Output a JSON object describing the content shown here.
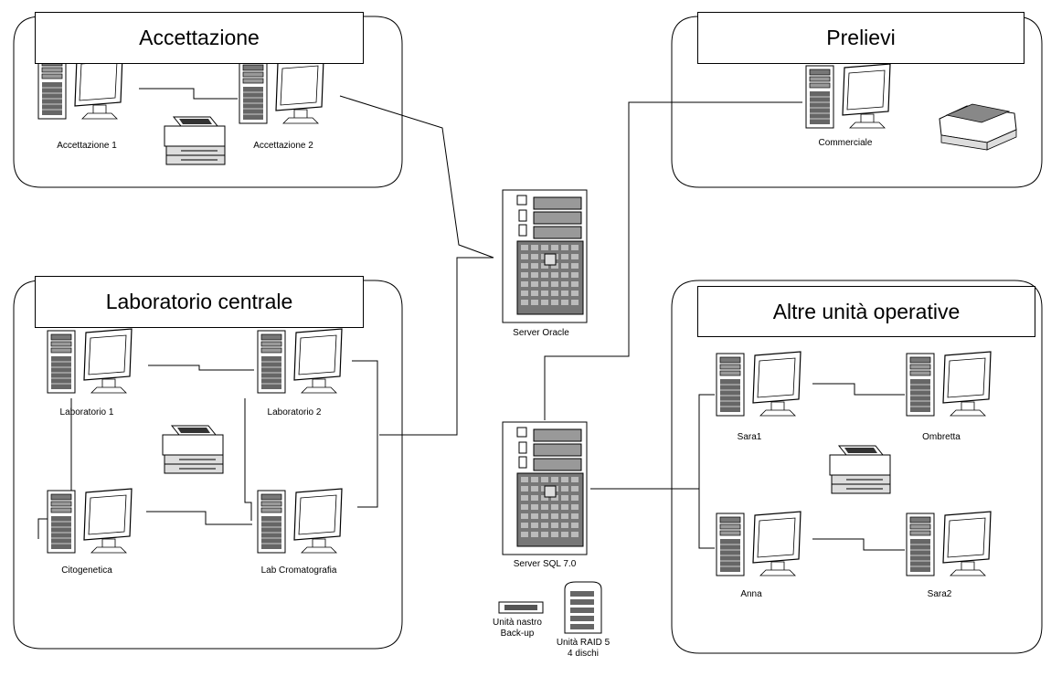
{
  "zones": {
    "accettazione": "Accettazione",
    "prelievi": "Prelievi",
    "laboratorio": "Laboratorio centrale",
    "altre": "Altre unità operative"
  },
  "nodes": {
    "acc1": "Accettazione 1",
    "acc2": "Accettazione 2",
    "commerciale": "Commerciale",
    "server_oracle": "Server Oracle",
    "lab1": "Laboratorio 1",
    "lab2": "Laboratorio 2",
    "citogenetica": "Citogenetica",
    "lab_cromatografia": "Lab Cromatografia",
    "server_sql": "Server SQL 7.0",
    "unita_nastro_1": "Unità nastro",
    "unita_nastro_2": "Back-up",
    "raid_1": "Unità RAID 5",
    "raid_2": "4 dischi",
    "sara1": "Sara1",
    "ombretta": "Ombretta",
    "anna": "Anna",
    "sara2": "Sara2"
  }
}
